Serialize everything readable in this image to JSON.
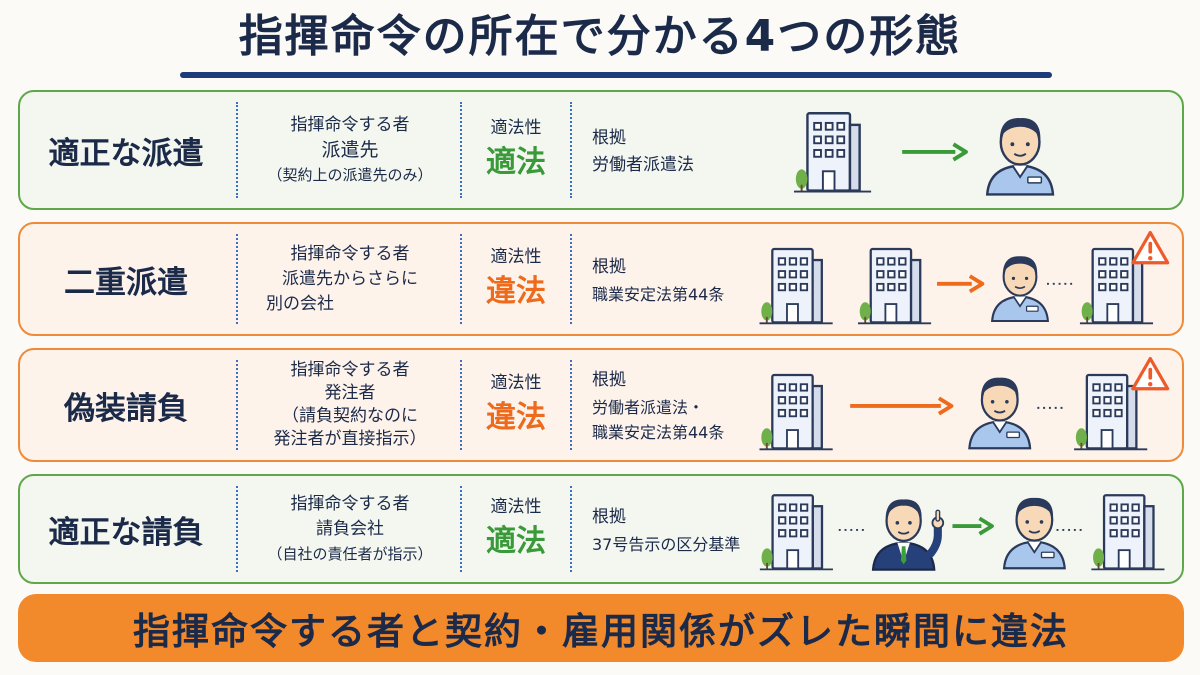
{
  "title": "指揮命令の所在で分かる4つの形態",
  "column_labels": {
    "who": "指揮命令する者",
    "legality": "適法性",
    "basis": "根拠"
  },
  "rows": [
    {
      "name": "適正な派遣",
      "who_lines": [
        "派遣先",
        "（契約上の派遣先のみ）"
      ],
      "legality": "適法",
      "basis_lines": [
        "労働者派遣法"
      ]
    },
    {
      "name": "二重派遣",
      "who_lines": [
        "派遣先からさらに",
        "別の会社"
      ],
      "legality": "違法",
      "basis_lines": [
        "職業安定法第44条"
      ]
    },
    {
      "name": "偽装請負",
      "who_lines": [
        "発注者",
        "（請負契約なのに",
        "発注者が直接指示）"
      ],
      "legality": "違法",
      "basis_lines": [
        "労働者派遣法・",
        "職業安定法第44条"
      ]
    },
    {
      "name": "適正な請負",
      "who_lines": [
        "請負会社",
        "（自社の責任者が指示）"
      ],
      "legality": "適法",
      "basis_lines": [
        "37号告示の区分基準"
      ]
    }
  ],
  "footer": "指揮命令する者と契約・雇用関係がズレた瞬間に違法",
  "colors": {
    "legal": "#3a9a3a",
    "illegal": "#ee6a1c",
    "green_border": "#5fa84a",
    "orange_border": "#ef8a3a",
    "footer_bg": "#f28a2c",
    "navy": "#1c2a4a"
  },
  "icons": {
    "row1": [
      "office-building-icon",
      "green-arrow-icon",
      "worker-icon"
    ],
    "row2": [
      "office-building-icon",
      "office-building-icon",
      "orange-arrow-icon",
      "worker-icon",
      "dotted-line-icon",
      "office-building-icon",
      "warning-icon"
    ],
    "row3": [
      "office-building-icon",
      "orange-arrow-icon",
      "worker-icon",
      "dotted-line-icon",
      "office-building-icon",
      "warning-icon"
    ],
    "row4": [
      "office-building-icon",
      "dotted-line-icon",
      "manager-pointing-icon",
      "green-arrow-icon",
      "worker-icon",
      "dotted-line-icon",
      "office-building-icon"
    ]
  }
}
